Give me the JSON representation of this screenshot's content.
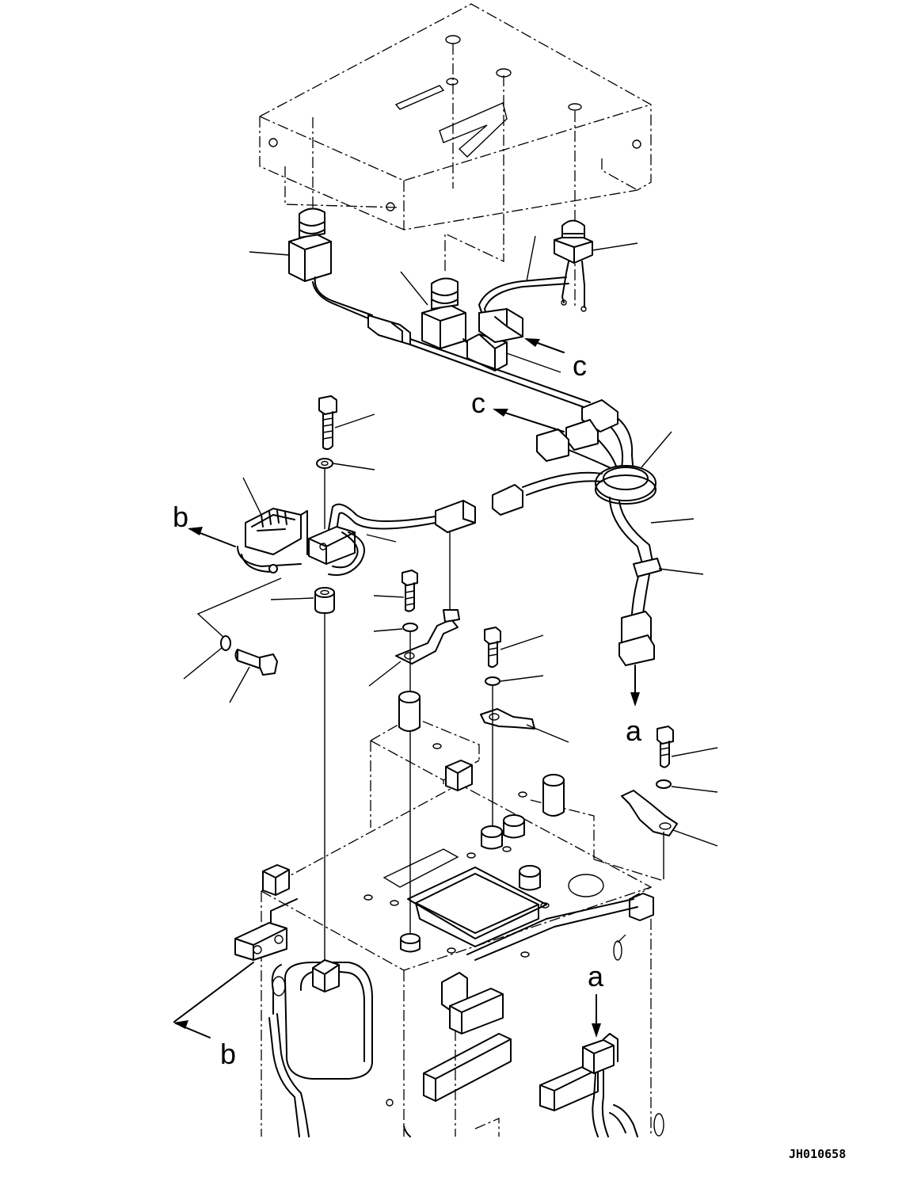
{
  "drawing": {
    "code": "JH010658",
    "callout_letters": {
      "c_upper": "c",
      "c_lower": "c",
      "b_upper": "b",
      "b_lower": "b",
      "a_upper": "a",
      "a_lower": "a"
    }
  }
}
